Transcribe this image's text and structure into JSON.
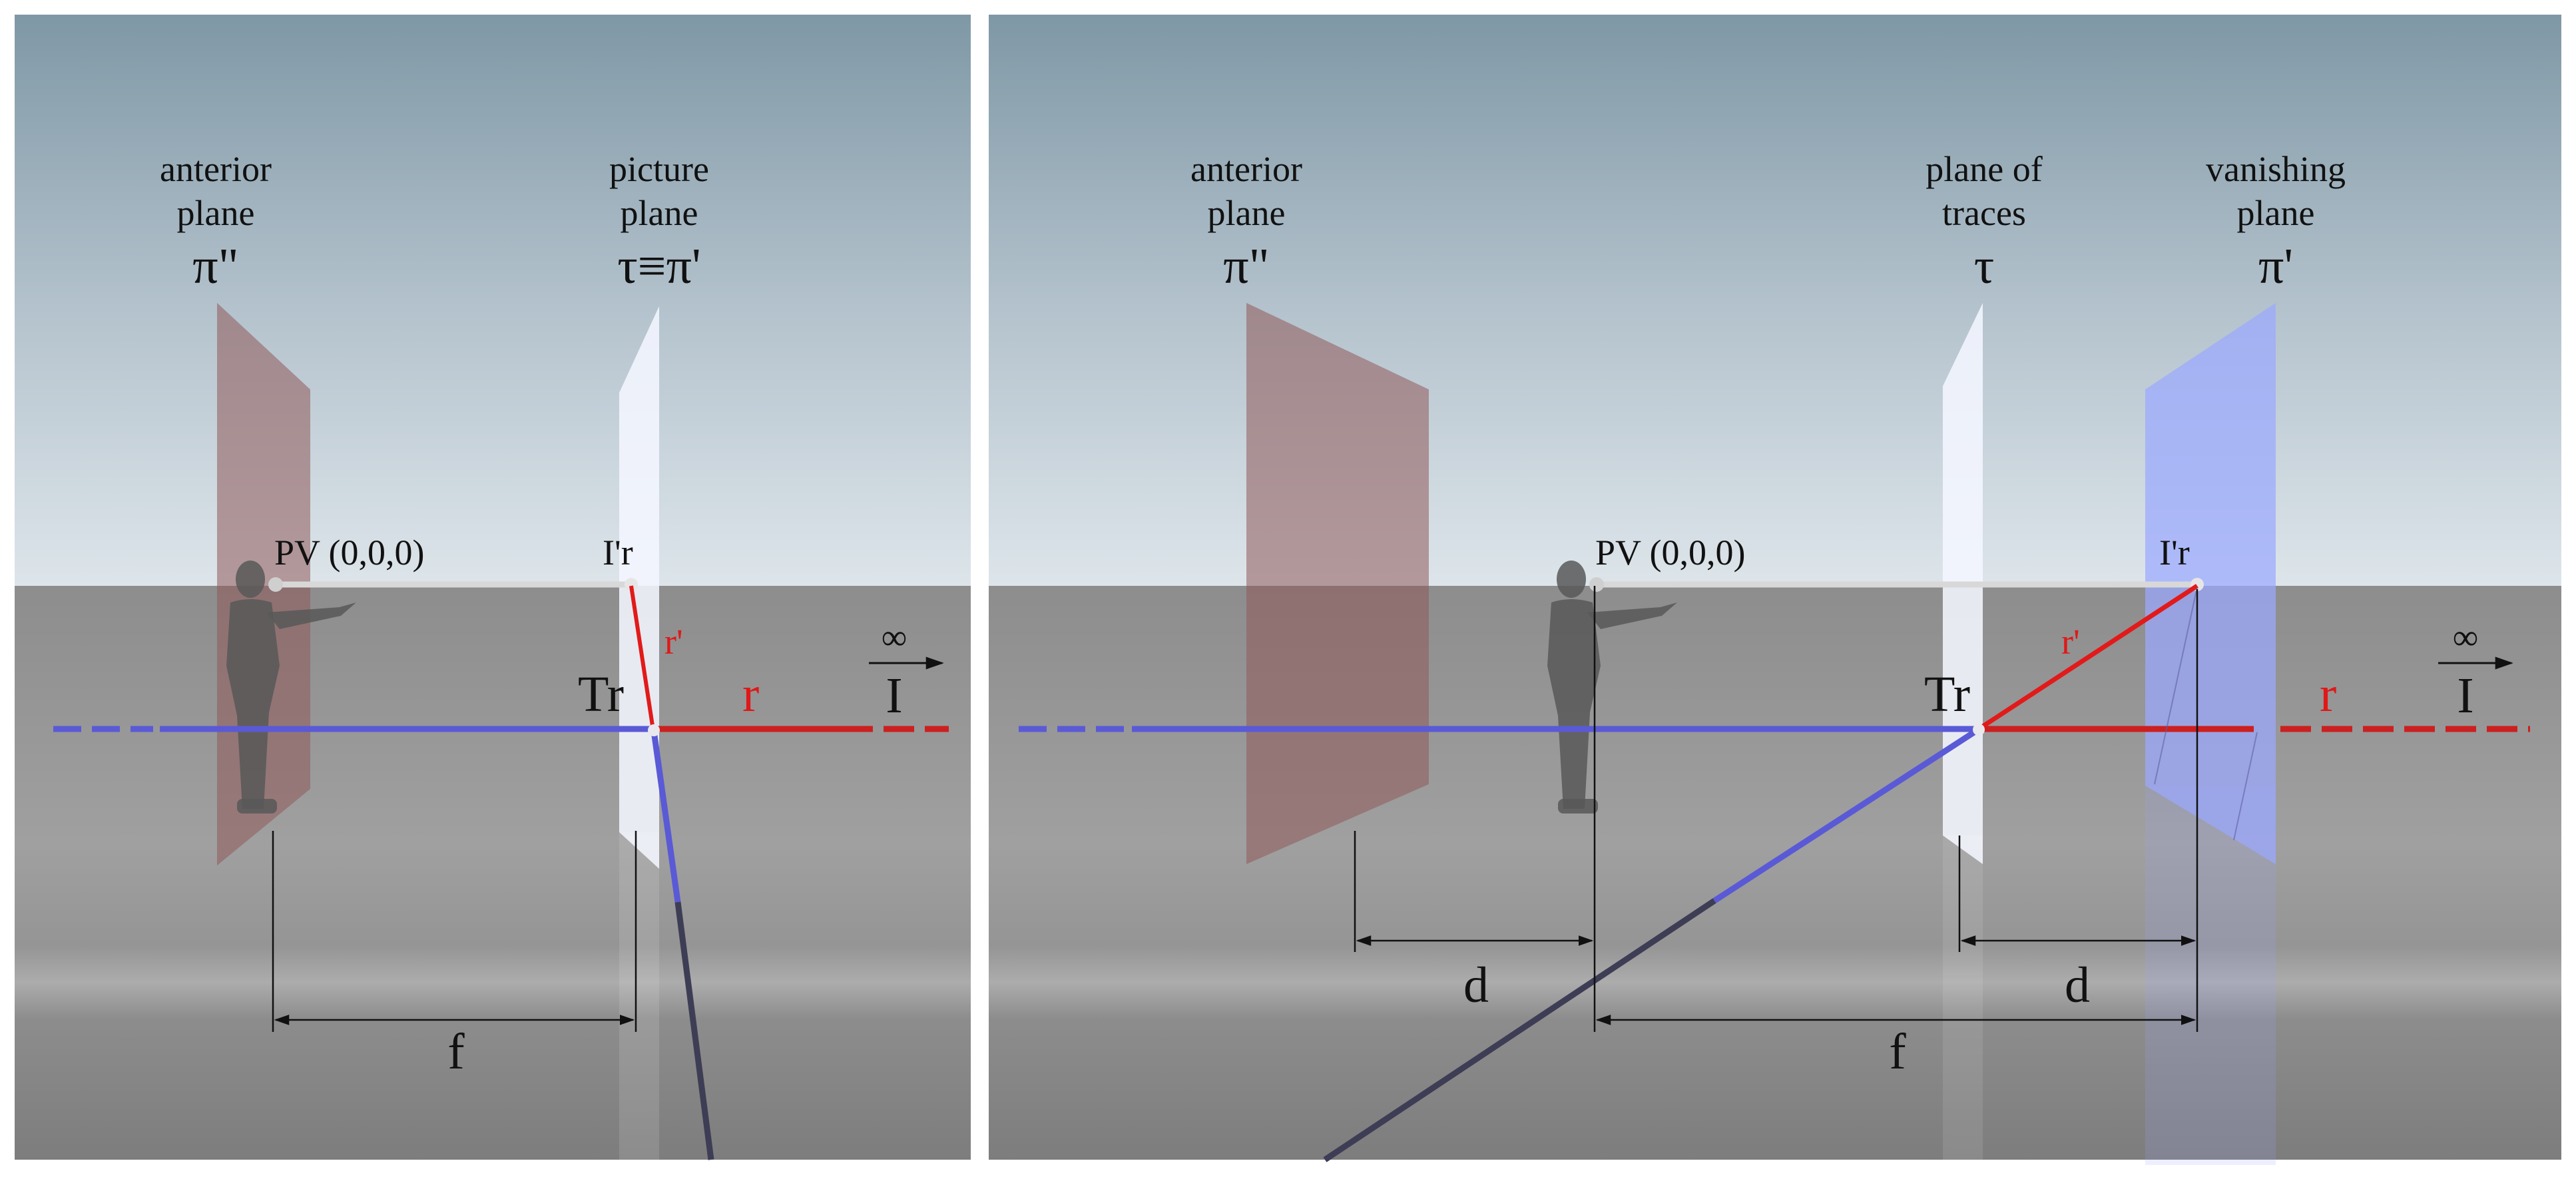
{
  "colors": {
    "line_r": "#cc1f1f",
    "line_r_prime": "#e21a1a",
    "line_blue": "#5a5ad6",
    "anterior_plane": "#8f5a5a",
    "picture_plane": "#f4f6ff",
    "vanishing_plane": "#9ba9ff",
    "label_red": "#e01818"
  },
  "left": {
    "anterior": {
      "line1": "anterior",
      "line2": "plane",
      "symbol": "π\""
    },
    "picture": {
      "line1": "picture",
      "line2": "plane",
      "symbol": "τ≡π'"
    },
    "pv": "PV (0,0,0)",
    "ir": "I'r",
    "tr": "Tr",
    "r_prime": "r'",
    "r": "r",
    "infinity": "∞",
    "i_inf": "I",
    "f": "f"
  },
  "right": {
    "anterior": {
      "line1": "anterior",
      "line2": "plane",
      "symbol": "π\""
    },
    "traces": {
      "line1": "plane of",
      "line2": "traces",
      "symbol": "τ"
    },
    "vanishing": {
      "line1": "vanishing",
      "line2": "plane",
      "symbol": "π'"
    },
    "pv": "PV (0,0,0)",
    "ir": "I'r",
    "tr": "Tr",
    "r_prime": "r'",
    "r": "r",
    "infinity": "∞",
    "i_inf": "I",
    "d_left": "d",
    "d_right": "d",
    "f": "f"
  }
}
